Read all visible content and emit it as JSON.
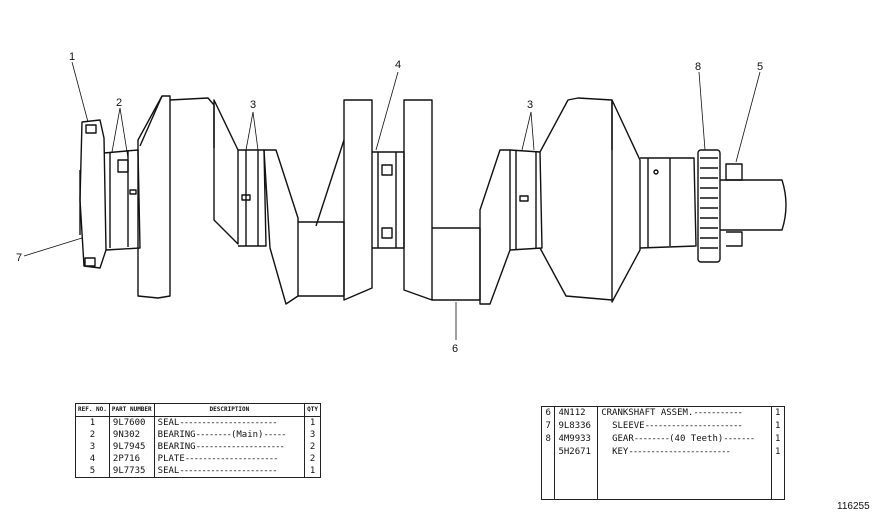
{
  "callouts": [
    {
      "id": "c1",
      "label": "1"
    },
    {
      "id": "c2",
      "label": "2"
    },
    {
      "id": "c3a",
      "label": "3"
    },
    {
      "id": "c4",
      "label": "4"
    },
    {
      "id": "c3b",
      "label": "3"
    },
    {
      "id": "c8",
      "label": "8"
    },
    {
      "id": "c5",
      "label": "5"
    },
    {
      "id": "c7",
      "label": "7"
    },
    {
      "id": "c6",
      "label": "6"
    }
  ],
  "gear_label": "(40 Teeth)",
  "table_left": {
    "headers": {
      "ref": "REF. NO.",
      "part": "PART NUMBER",
      "description": "DESCRIPTION",
      "qty": "QTY"
    },
    "rows": [
      {
        "ref": "1",
        "part": "9L7600",
        "desc": "SEAL",
        "note": "",
        "qty": "1"
      },
      {
        "ref": "2",
        "part": "9N302",
        "desc": "BEARING",
        "note": "(Main)",
        "qty": "3"
      },
      {
        "ref": "3",
        "part": "9L7945",
        "desc": "BEARING",
        "note": "",
        "qty": "2"
      },
      {
        "ref": "4",
        "part": "2P716",
        "desc": "PLATE",
        "note": "",
        "qty": "2"
      },
      {
        "ref": "5",
        "part": "9L7735",
        "desc": "SEAL",
        "note": "",
        "qty": "1"
      }
    ]
  },
  "table_right": {
    "rows": [
      {
        "ref": "6",
        "part": "4N112",
        "desc": "CRANKSHAFT ASSEM.",
        "note": "",
        "qty": "1"
      },
      {
        "ref": "7",
        "part": "9L8336",
        "desc": "SLEEVE",
        "note": "",
        "qty": "1"
      },
      {
        "ref": "8",
        "part": "4M9933",
        "desc": "GEAR",
        "note": "(40 Teeth)",
        "qty": "1"
      },
      {
        "ref": "",
        "part": "5H2671",
        "desc": "KEY",
        "note": "",
        "qty": "1"
      }
    ]
  },
  "figure_number": "116255"
}
